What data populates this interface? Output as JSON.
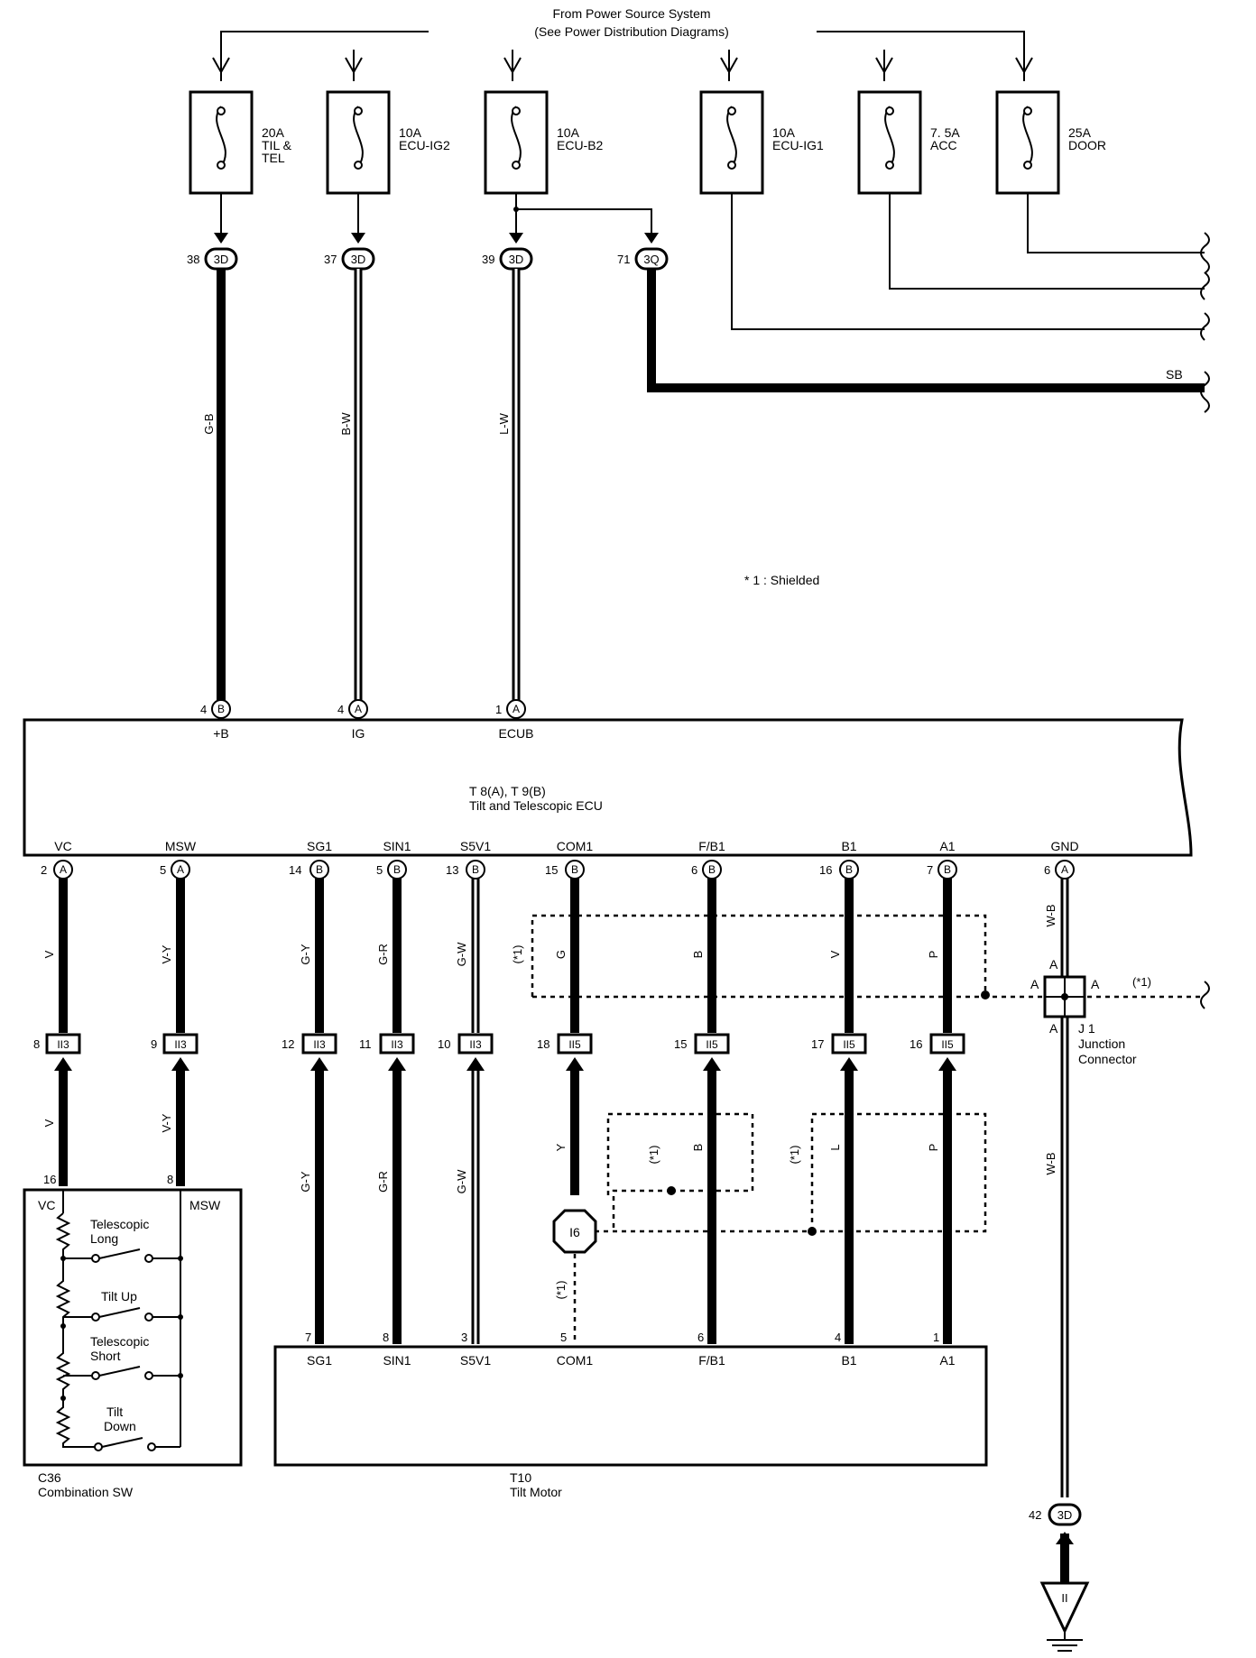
{
  "header": {
    "line1": "From Power Source System",
    "line2": "(See Power Distribution Diagrams)"
  },
  "fuses": [
    {
      "amp": "20A",
      "name1": "TIL &",
      "name2": "TEL"
    },
    {
      "amp": "10A",
      "name1": "ECU-IG2",
      "name2": ""
    },
    {
      "amp": "10A",
      "name1": "ECU-B2",
      "name2": ""
    },
    {
      "amp": "10A",
      "name1": "ECU-IG1",
      "name2": ""
    },
    {
      "amp": "7. 5A",
      "name1": "ACC",
      "name2": ""
    },
    {
      "amp": "25A",
      "name1": "DOOR",
      "name2": ""
    }
  ],
  "junction_3d": [
    {
      "pin": "38",
      "conn": "3D",
      "wire": "G-B"
    },
    {
      "pin": "37",
      "conn": "3D",
      "wire": "B-W"
    },
    {
      "pin": "39",
      "conn": "3D",
      "wire": "L-W"
    },
    {
      "pin": "71",
      "conn": "3Q",
      "wire": ""
    }
  ],
  "sb_label": "SB",
  "shield_note": "* 1 : Shielded",
  "ecu": {
    "ref": "T 8(A), T 9(B)",
    "name": "Tilt and Telescopic ECU",
    "top_pins": [
      {
        "num": "4",
        "conn": "B",
        "label": "+B"
      },
      {
        "num": "4",
        "conn": "A",
        "label": "IG"
      },
      {
        "num": "1",
        "conn": "A",
        "label": "ECUB"
      }
    ],
    "bottom_pins": [
      {
        "num": "2",
        "conn": "A",
        "label": "VC",
        "wire": "V"
      },
      {
        "num": "5",
        "conn": "A",
        "label": "MSW",
        "wire": "V-Y"
      },
      {
        "num": "14",
        "conn": "B",
        "label": "SG1",
        "wire": "G-Y"
      },
      {
        "num": "5",
        "conn": "B",
        "label": "SIN1",
        "wire": "G-R"
      },
      {
        "num": "13",
        "conn": "B",
        "label": "S5V1",
        "wire": "G-W"
      },
      {
        "num": "15",
        "conn": "B",
        "label": "COM1",
        "wire": "G"
      },
      {
        "num": "6",
        "conn": "B",
        "label": "F/B1",
        "wire": "B"
      },
      {
        "num": "16",
        "conn": "B",
        "label": "B1",
        "wire": "V"
      },
      {
        "num": "7",
        "conn": "B",
        "label": "A1",
        "wire": "P"
      },
      {
        "num": "6",
        "conn": "A",
        "label": "GND",
        "wire": "W-B"
      }
    ]
  },
  "ii_connectors": [
    {
      "num": "8",
      "conn": "II3",
      "wire": "V"
    },
    {
      "num": "9",
      "conn": "II3",
      "wire": "V-Y"
    },
    {
      "num": "12",
      "conn": "II3",
      "wire": "G-Y"
    },
    {
      "num": "11",
      "conn": "II3",
      "wire": "G-R"
    },
    {
      "num": "10",
      "conn": "II3",
      "wire": "G-W"
    },
    {
      "num": "18",
      "conn": "II5",
      "wire": "Y"
    },
    {
      "num": "15",
      "conn": "II5",
      "wire": "B"
    },
    {
      "num": "17",
      "conn": "II5",
      "wire": "L"
    },
    {
      "num": "16",
      "conn": "II5",
      "wire": "P"
    }
  ],
  "shield_labels": {
    "s1": "(*1)",
    "s2": "(*1)",
    "s3": "(*1)",
    "s4": "(*1)",
    "s5": "(*1)"
  },
  "junction": {
    "name": "J 1",
    "desc1": "Junction",
    "desc2": "Connector",
    "pinA": "A",
    "wire_below": "W-B"
  },
  "i6_label": "I6",
  "switch": {
    "ref": "C36",
    "name": "Combination SW",
    "pin_vc_num": "16",
    "pin_msw_num": "8",
    "vc": "VC",
    "msw": "MSW",
    "sw1a": "Telescopic",
    "sw1b": "Long",
    "sw2": "Tilt Up",
    "sw3a": "Telescopic",
    "sw3b": "Short",
    "sw4a": "Tilt",
    "sw4b": "Down"
  },
  "motor": {
    "ref": "T10",
    "name": "Tilt Motor",
    "pins": [
      {
        "num": "7",
        "label": "SG1"
      },
      {
        "num": "8",
        "label": "SIN1"
      },
      {
        "num": "3",
        "label": "S5V1"
      },
      {
        "num": "5",
        "label": "COM1"
      },
      {
        "num": "6",
        "label": "F/B1"
      },
      {
        "num": "4",
        "label": "B1"
      },
      {
        "num": "1",
        "label": "A1"
      }
    ]
  },
  "ground": {
    "pin": "42",
    "conn": "3D",
    "symbol": "II"
  }
}
